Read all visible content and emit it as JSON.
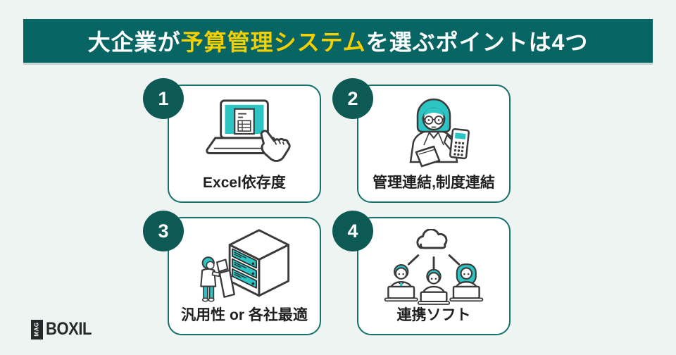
{
  "title": {
    "pre": "大企業が",
    "highlight": "予算管理システム",
    "post": "を選ぶポイントは4つ"
  },
  "cards": [
    {
      "number": "1",
      "label": "Excel依存度",
      "icon": "laptop-spreadsheet"
    },
    {
      "number": "2",
      "label": "管理連結,制度連結",
      "icon": "accountant-calculator"
    },
    {
      "number": "3",
      "label": "汎用性 or 各社最適",
      "icon": "server-cabinet"
    },
    {
      "number": "4",
      "label": "連携ソフト",
      "icon": "cloud-team"
    }
  ],
  "footer": {
    "logo_badge": "MAG",
    "logo_text": "BOXIL"
  },
  "colors": {
    "background": "#edf4f2",
    "banner": "#076663",
    "number_badge": "#0d5a55",
    "card_border": "#15716b",
    "accent_teal": "#2cc5c3",
    "highlight_yellow": "#f5cf00",
    "illustration_outline": "#3a3a3a",
    "label_text": "#1f1f1f"
  }
}
